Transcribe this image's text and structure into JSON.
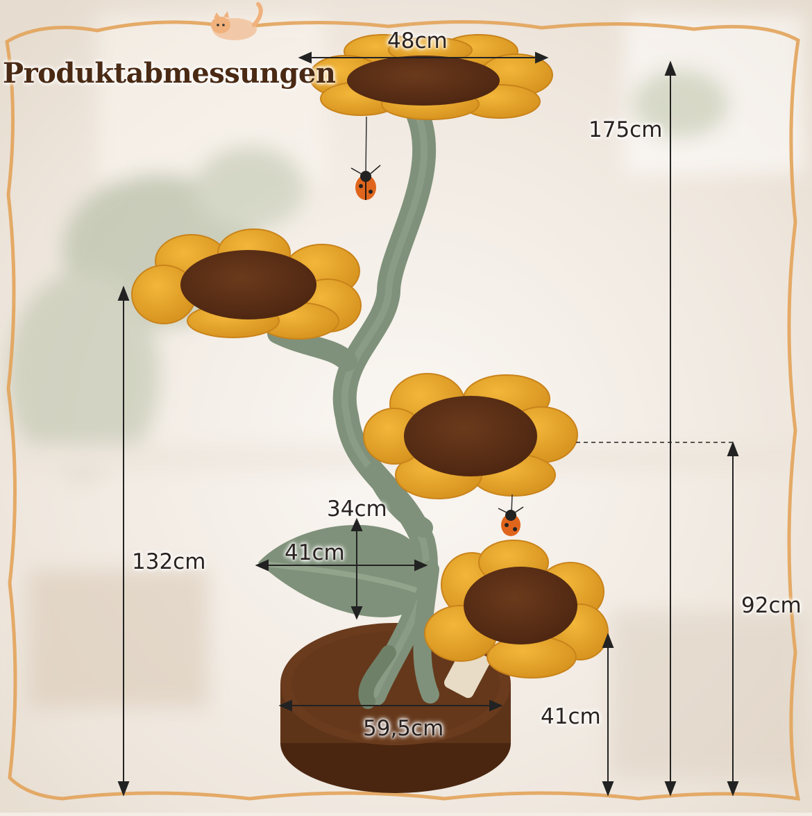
{
  "title": "Produktabmessungen",
  "dimensions": {
    "top_platform_width": "48cm",
    "total_height": "175cm",
    "second_platform_height": "132cm",
    "third_platform_height": "92cm",
    "lowest_platform_height": "41cm",
    "leaf_height": "34cm",
    "leaf_width": "41cm",
    "base_diameter": "59,5cm"
  },
  "colors": {
    "petal": "#e8a52a",
    "petal_dark": "#c9831a",
    "center": "#5b2e15",
    "stem": "#7f917a",
    "base": "#5e3419",
    "frame": "#e2a35a",
    "background": "#f3ede6",
    "text": "#2a2220",
    "title": "#4a2a14"
  },
  "icons": [
    "cat-mascot-icon",
    "ladybug-toy-icon"
  ]
}
